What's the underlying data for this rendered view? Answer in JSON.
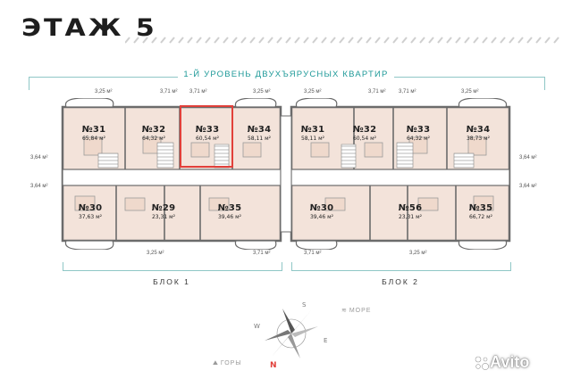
{
  "floor_title": "ЭТАЖ 5",
  "level_label": "1-Й УРОВЕНЬ ДВУХЪЯРУСНЫХ КВАРТИР",
  "dimensions": {
    "top": [
      "3,25 м²",
      "3,71 м²",
      "3,71 м²",
      "3,25 м²",
      "3,25 м²",
      "3,71 м²",
      "3,71 м²",
      "3,25 м²"
    ],
    "left": [
      "3,64 м²",
      "3,64 м²"
    ],
    "right": [
      "3,64 м²",
      "3,64 м²"
    ],
    "bottom": [
      "3,25 м²",
      "3,71 м²",
      "3,71 м²",
      "3,25 м²"
    ]
  },
  "blocks": [
    {
      "label": "БЛОК 1",
      "apartments": [
        {
          "num": "№31",
          "area": "65,84 м²"
        },
        {
          "num": "№32",
          "area": "64,32 м²"
        },
        {
          "num": "№33",
          "area": "60,54 м²",
          "highlighted": true
        },
        {
          "num": "№34",
          "area": "58,11 м²"
        },
        {
          "num": "№30",
          "area": "37,63 м²"
        },
        {
          "num": "№29",
          "area": "23,31 м²"
        },
        {
          "num": "№35",
          "area": "39,46 м²"
        }
      ]
    },
    {
      "label": "БЛОК 2",
      "apartments": [
        {
          "num": "№31",
          "area": "58,11 м²"
        },
        {
          "num": "№32",
          "area": "60,54 м²"
        },
        {
          "num": "№33",
          "area": "64,32 м²"
        },
        {
          "num": "№34",
          "area": "38,73 м²"
        },
        {
          "num": "№30",
          "area": "39,46 м²"
        },
        {
          "num": "№56",
          "area": "23,31 м²"
        },
        {
          "num": "№35",
          "area": "66,72 м²"
        }
      ]
    }
  ],
  "compass": {
    "n": "N",
    "s": "S",
    "e": "E",
    "w": "W"
  },
  "landmarks": {
    "sea": "МОРЕ",
    "mountains": "ГОРЫ"
  },
  "watermark": "Avito",
  "colors": {
    "accent": "#1f9a99",
    "highlight": "#e1403a",
    "room": "#f3e3da",
    "wall": "#6b6b6b"
  }
}
